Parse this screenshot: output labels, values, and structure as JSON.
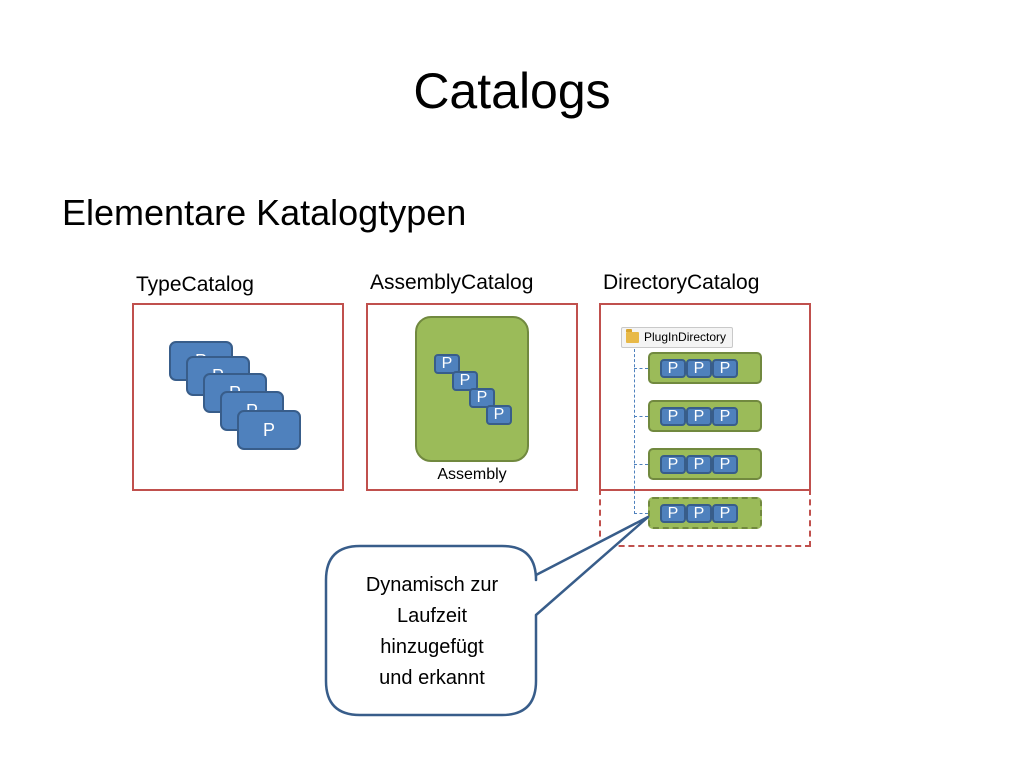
{
  "title": "Catalogs",
  "subtitle": "Elementare Katalogtypen",
  "catalogs": {
    "type": {
      "label": "TypeCatalog",
      "part_label": "P"
    },
    "assembly": {
      "label": "AssemblyCatalog",
      "part_label": "P",
      "assembly_label": "Assembly"
    },
    "directory": {
      "label": "DirectoryCatalog",
      "folder_name": "PlugInDirectory",
      "part_label": "P"
    }
  },
  "callout": {
    "line1": "Dynamisch zur",
    "line2": "Laufzeit",
    "line3": "hinzugefügt",
    "line4": "und erkannt"
  },
  "colors": {
    "catalog_border": "#c0504d",
    "part_fill": "#4f81bd",
    "assembly_fill": "#9bbb59",
    "callout_border": "#385d8a"
  },
  "icons": [
    "folder-icon"
  ]
}
